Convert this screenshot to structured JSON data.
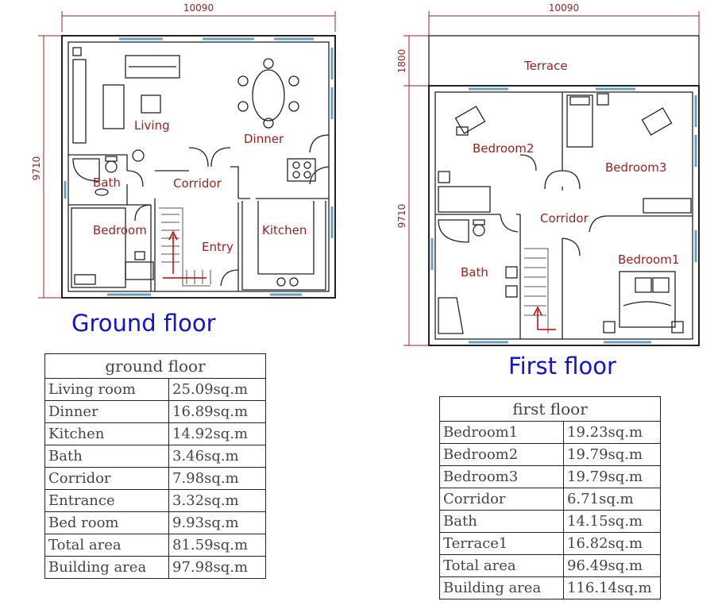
{
  "ground_plan": {
    "dimensions": {
      "width": "10090",
      "depth": "9710"
    },
    "rooms": {
      "living": "Living",
      "dinner": "Dinner",
      "bath": "Bath",
      "corridor": "Corridor",
      "bedroom": "Bedroom",
      "entry": "Entry",
      "kitchen": "Kitchen"
    },
    "title": "Ground floor"
  },
  "first_plan": {
    "dimensions": {
      "width": "10090",
      "terrace_depth": "1800",
      "depth": "9710"
    },
    "rooms": {
      "terrace": "Terrace",
      "bedroom2": "Bedroom2",
      "bedroom3": "Bedroom3",
      "corridor": "Corridor",
      "bath": "Bath",
      "bedroom1": "Bedroom1"
    },
    "title": "First floor"
  },
  "ground_table": {
    "header": "ground floor",
    "rows": [
      {
        "name": "Living room",
        "value": "25.09sq.m"
      },
      {
        "name": "Dinner",
        "value": "16.89sq.m"
      },
      {
        "name": "Kitchen",
        "value": "14.92sq.m"
      },
      {
        "name": "Bath",
        "value": "3.46sq.m"
      },
      {
        "name": "Corridor",
        "value": "7.98sq.m"
      },
      {
        "name": "Entrance",
        "value": "3.32sq.m"
      },
      {
        "name": "Bed room",
        "value": "9.93sq.m"
      },
      {
        "name": "Total area",
        "value": "81.59sq.m"
      },
      {
        "name": "Building area",
        "value": "97.98sq.m"
      }
    ]
  },
  "first_table": {
    "header": "first floor",
    "rows": [
      {
        "name": "Bedroom1",
        "value": "19.23sq.m"
      },
      {
        "name": "Bedroom2",
        "value": "19.79sq.m"
      },
      {
        "name": "Bedroom3",
        "value": "19.79sq.m"
      },
      {
        "name": "Corridor",
        "value": "6.71sq.m"
      },
      {
        "name": "Bath",
        "value": "14.15sq.m"
      },
      {
        "name": "Terrace1",
        "value": "16.82sq.m"
      },
      {
        "name": "Total area",
        "value": "96.49sq.m"
      },
      {
        "name": "Building area",
        "value": "116.14sq.m"
      }
    ]
  },
  "colors": {
    "wall": "#222222",
    "label": "#a02020",
    "title": "#1111dd",
    "dimension": "#a02020",
    "window": "#6aa0c8"
  }
}
